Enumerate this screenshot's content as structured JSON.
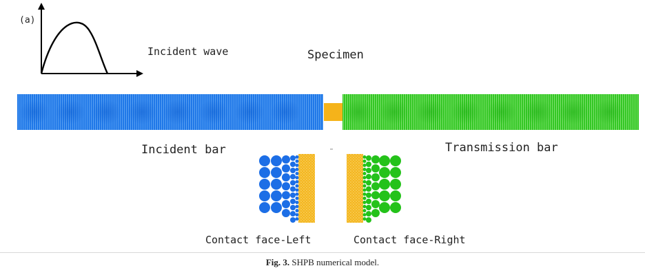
{
  "panel_label": "(a)",
  "labels": {
    "incident_wave": "Incident wave",
    "specimen": "Specimen",
    "incident_bar": "Incident bar",
    "transmission_bar": "Transmission bar",
    "contact_left": "Contact face-Left",
    "contact_right": "Contact face-Right"
  },
  "caption": {
    "prefix": "Fig. 3.",
    "text": "SHPB numerical model."
  },
  "colors": {
    "incident_bar": "#1a6fe0",
    "transmission_bar": "#2bc41f",
    "specimen": "#f5b31a"
  }
}
